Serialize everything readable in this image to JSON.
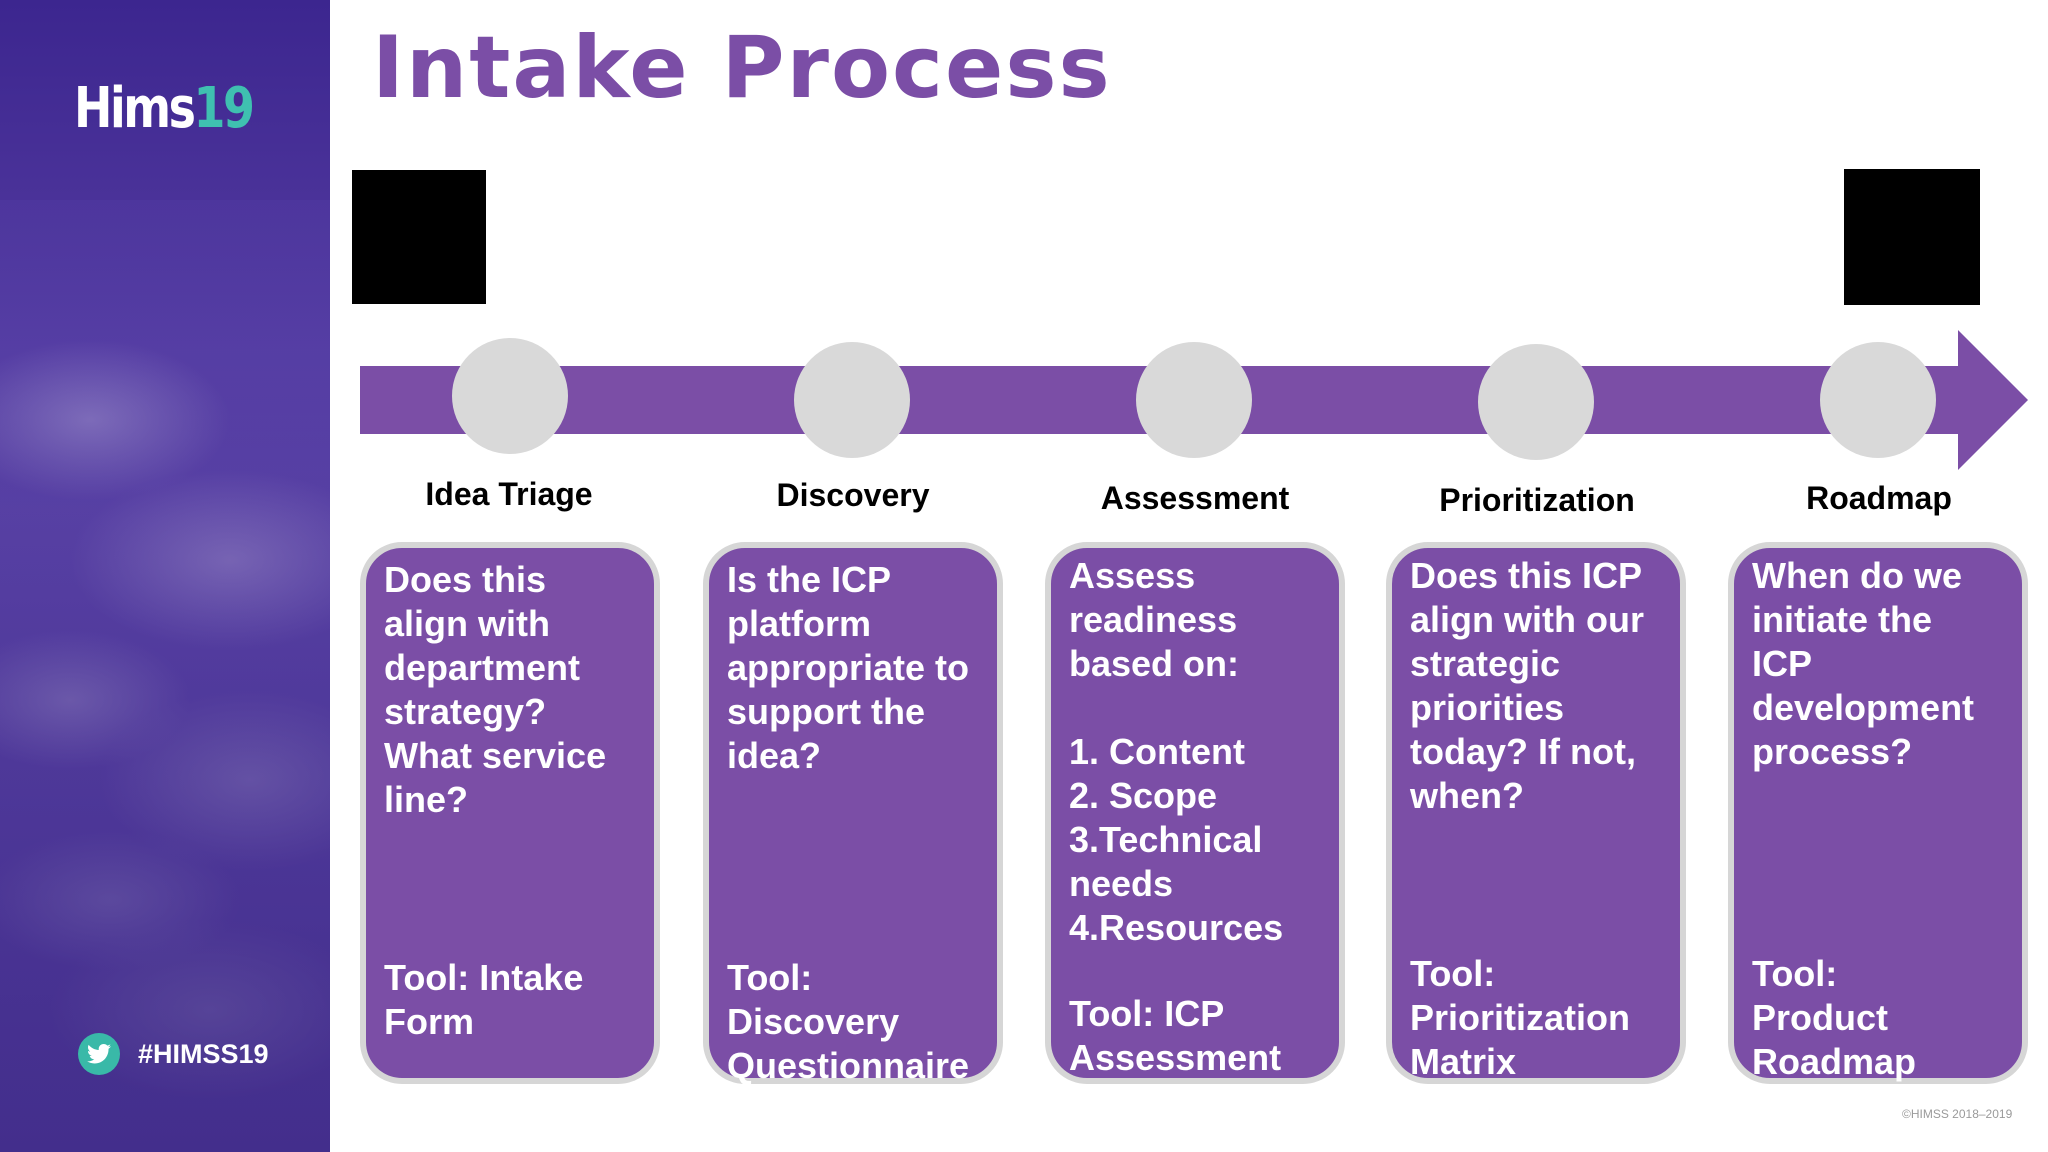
{
  "slide": {
    "title": "Intake Process",
    "logo_text": "Hims",
    "logo_number": "19",
    "hashtag": "#HIMSS19",
    "copyright": "©HIMSS 2018–2019",
    "colors": {
      "accent": "#7b4ea6",
      "teal": "#39b9a8",
      "marker": "#d9d9d9"
    },
    "icons": {
      "social": "twitter-icon"
    }
  },
  "stages": [
    {
      "label": "Idea Triage",
      "question": "Does this\nalign with\ndepartment\nstrategy?\nWhat service\nline?",
      "tool": "Tool: Intake\nForm"
    },
    {
      "label": "Discovery",
      "question": "Is the ICP\nplatform\nappropriate to\nsupport the\nidea?",
      "tool": "Tool:\nDiscovery\nQuestionnaire"
    },
    {
      "label": "Assessment",
      "question": "Assess\nreadiness\nbased on:\n\n1. Content\n2. Scope\n3.Technical\nneeds\n4.Resources",
      "tool": "Tool: ICP\nAssessment"
    },
    {
      "label": "Prioritization",
      "question": "Does this ICP\nalign with our\nstrategic\npriorities\ntoday? If not,\nwhen?",
      "tool": "Tool:\nPrioritization\nMatrix"
    },
    {
      "label": "Roadmap",
      "question": "When do we\ninitiate the\nICP\ndevelopment\nprocess?",
      "tool": "Tool:\nProduct\nRoadmap"
    }
  ]
}
